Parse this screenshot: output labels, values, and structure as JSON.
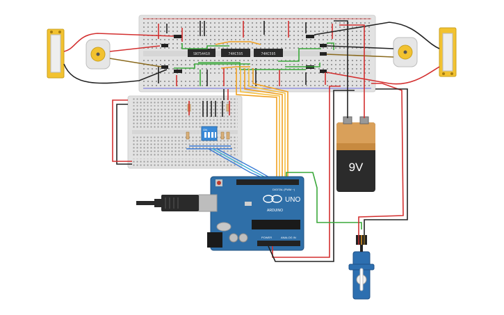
{
  "battery": {
    "label": "9V"
  },
  "arduino": {
    "model": "UNO",
    "brand": "ARDUINO",
    "digital_label": "DIGITAL (PWM ~)",
    "power_label": "POWER",
    "analog_label": "ANALOG IN"
  },
  "dip_switch": {
    "label": "ON"
  },
  "chips": [
    {
      "label": "SN754410"
    },
    {
      "label": "74HC595"
    },
    {
      "label": "74HC595"
    }
  ],
  "colors": {
    "breadboard": "#e2e2e2",
    "arduino_board": "#2f6fa8",
    "battery_top": "#d9a05a",
    "battery_body": "#2b2b2b",
    "wire_red": "#d32f2f",
    "wire_black": "#222222",
    "wire_green": "#3aa83a",
    "wire_orange": "#f0a020",
    "wire_blue": "#3a7bd5",
    "motor_yellow": "#f2c230",
    "servo_blue": "#2d6fb0"
  }
}
